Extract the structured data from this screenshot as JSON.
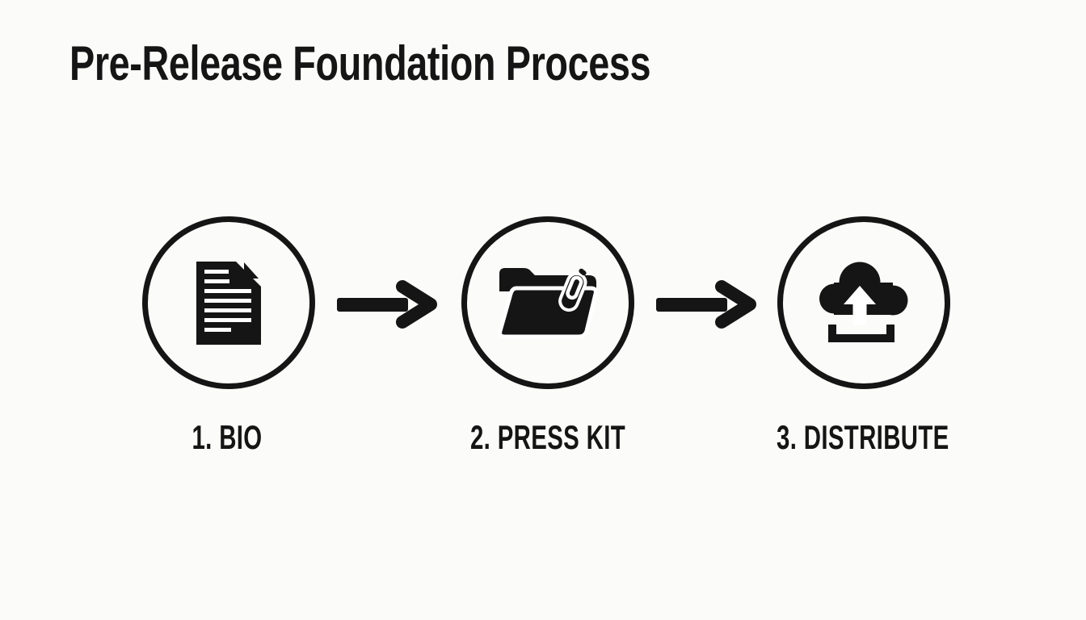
{
  "colors": {
    "ink": "#151515",
    "background": "#fbfbf9",
    "icon_cutout": "#ffffff"
  },
  "title": "Pre-Release Foundation Process",
  "flow": {
    "steps": [
      {
        "label": "1. BIO",
        "icon": "document-icon"
      },
      {
        "label": "2. PRESS KIT",
        "icon": "folder-paperclip-icon"
      },
      {
        "label": "3. DISTRIBUTE",
        "icon": "cloud-upload-icon"
      }
    ],
    "connectors": [
      "arrow-right",
      "arrow-right"
    ]
  }
}
